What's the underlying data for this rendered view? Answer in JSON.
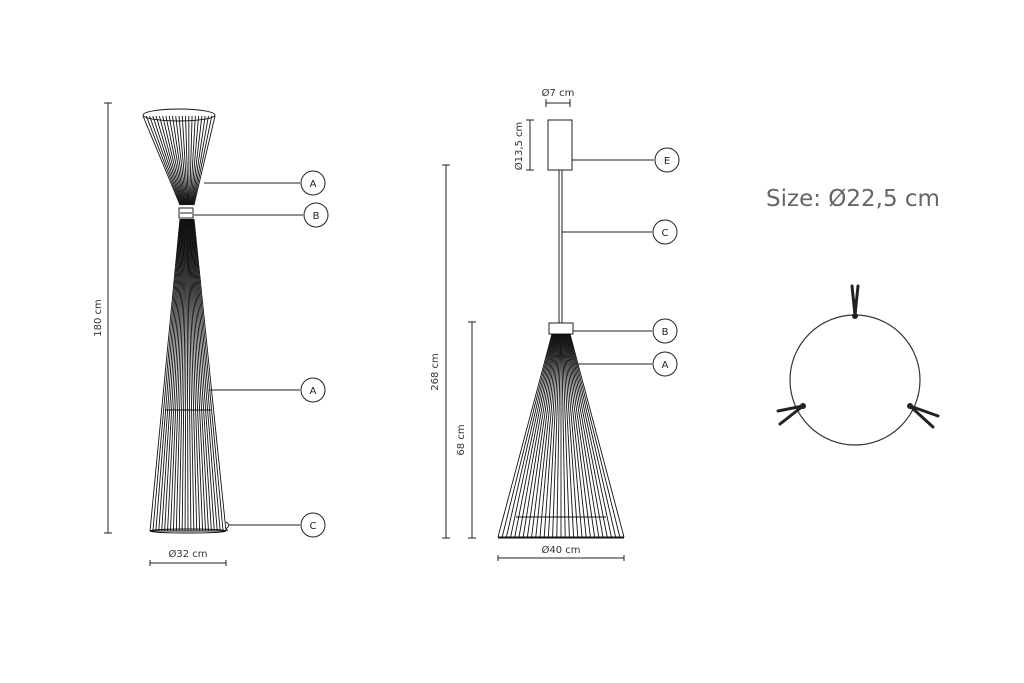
{
  "floor_lamp": {
    "height_label": "180 cm",
    "diameter_label": "Ø32 cm",
    "callouts": [
      "A",
      "B",
      "A",
      "C"
    ]
  },
  "pendant_lamp": {
    "canopy_diameter_label": "Ø7 cm",
    "canopy_height_label": "Ø13,5 cm",
    "total_height_label": "268 cm",
    "shade_height_label": "68 cm",
    "diameter_label": "Ø40 cm",
    "callouts": [
      "E",
      "C",
      "B",
      "A"
    ]
  },
  "ring_detail": {
    "size_label": "Size: Ø22,5 cm"
  },
  "colors": {
    "line": "#222222",
    "size_text": "#666666"
  }
}
